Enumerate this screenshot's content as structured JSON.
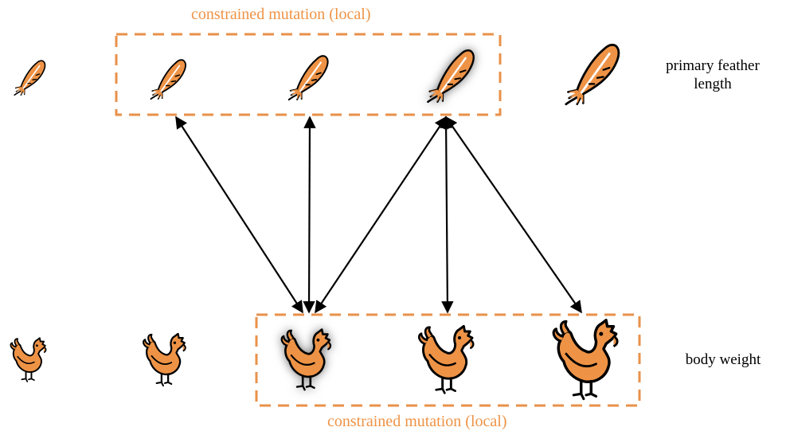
{
  "colors": {
    "accent": "#EE9346",
    "box_border": "#E8914A",
    "arrow": "#000000"
  },
  "top_box_label": "constrained mutation (local)",
  "bottom_box_label": "constrained mutation (local)",
  "row_labels": {
    "feather": [
      "primary feather",
      "length"
    ],
    "body": "body weight"
  },
  "icons": {
    "feather": "feather-icon",
    "rooster": "rooster-icon"
  },
  "feather_levels": [
    1,
    2,
    3,
    4,
    5
  ],
  "rooster_levels": [
    1,
    2,
    3,
    4,
    5
  ],
  "highlighted": {
    "feather": 4,
    "rooster": 3
  },
  "links": [
    {
      "feather": 2,
      "rooster": 3
    },
    {
      "feather": 3,
      "rooster": 3
    },
    {
      "feather": 4,
      "rooster": 3
    },
    {
      "feather": 4,
      "rooster": 4
    },
    {
      "feather": 4,
      "rooster": 5
    }
  ]
}
